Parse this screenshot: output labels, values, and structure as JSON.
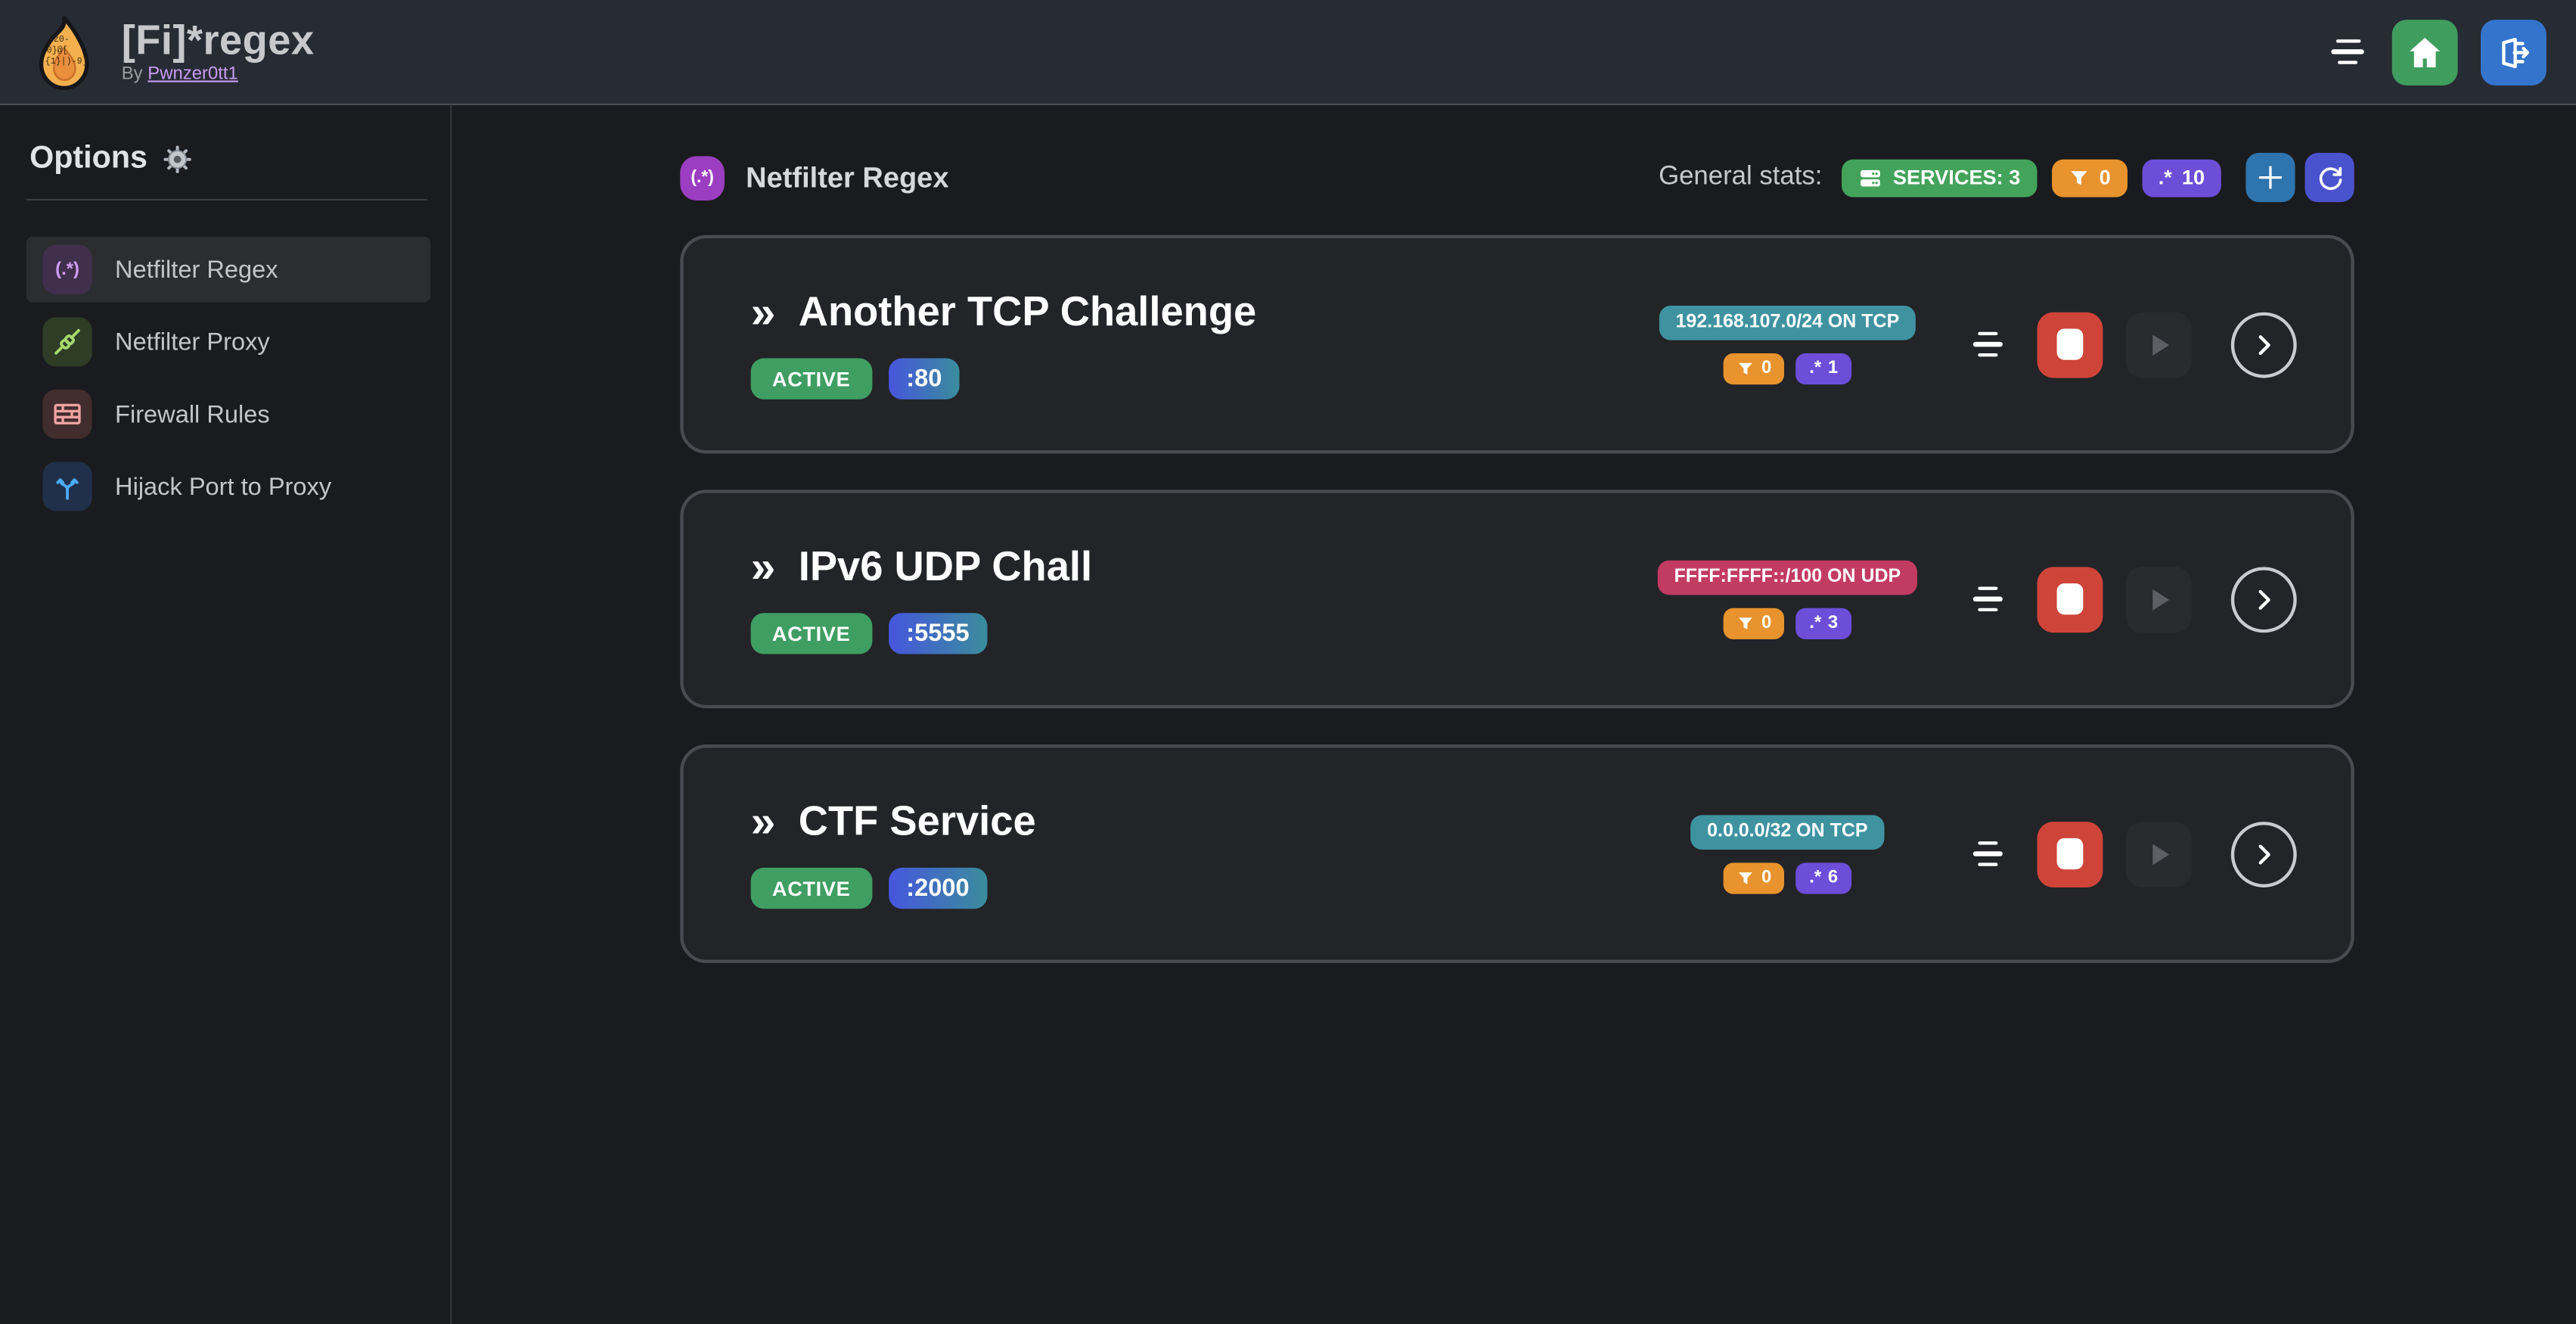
{
  "navbar": {
    "title": "[Fi]*regex",
    "byline_prefix": "By",
    "author": "Pwnzer0tt1",
    "logo_text_rows": [
      "-z0-",
      "0}@[",
      "{1}|)-9]"
    ]
  },
  "icons": {
    "regex_glyph": "(.*)",
    "regex_star": ".*",
    "chevrons": "»"
  },
  "sidebar": {
    "heading": "Options",
    "items": [
      {
        "label": "Netfilter Regex"
      },
      {
        "label": "Netfilter Proxy"
      },
      {
        "label": "Firewall Rules"
      },
      {
        "label": "Hijack Port to Proxy"
      }
    ]
  },
  "main": {
    "section_title": "Netfilter Regex",
    "stats_label": "General stats:",
    "services_stat": "SERVICES: 3",
    "filtered_stat": "0",
    "regex_stat": "10"
  },
  "services": [
    {
      "name": "Another TCP Challenge",
      "status": "ACTIVE",
      "port": ":80",
      "target": "192.168.107.0/24 ON TCP",
      "filtered": "0",
      "regexes": "1"
    },
    {
      "name": "IPv6 UDP Chall",
      "status": "ACTIVE",
      "port": ":5555",
      "target": "FFFF:FFFF::/100 ON UDP",
      "filtered": "0",
      "regexes": "3"
    },
    {
      "name": "CTF Service",
      "status": "ACTIVE",
      "port": ":2000",
      "target": "0.0.0.0/32 ON TCP",
      "filtered": "0",
      "regexes": "6"
    }
  ],
  "colors": {
    "page_bg": "#1a1b1e",
    "navbar_bg": "#272b34",
    "card_bg": "#232428",
    "card_border": "#4a4b50",
    "green_badge": "#43a35a",
    "orange_badge": "#e8932e",
    "violet_badge": "#6c4ed9",
    "teal_badge": "#3f93a1",
    "pink_badge": "#c23b62",
    "active_badge": "#3f9e62",
    "port_gradient_start": "#4656dd",
    "port_gradient_end": "#3a8d9c",
    "home_button": "#3f9e5e",
    "logout_button": "#3474cd",
    "add_button": "#2e74ae",
    "refresh_button": "#4a53ce",
    "stop_button": "#cf4439",
    "section_icon_bg": "#9c3ec1",
    "author_link": "#c79bf2"
  }
}
